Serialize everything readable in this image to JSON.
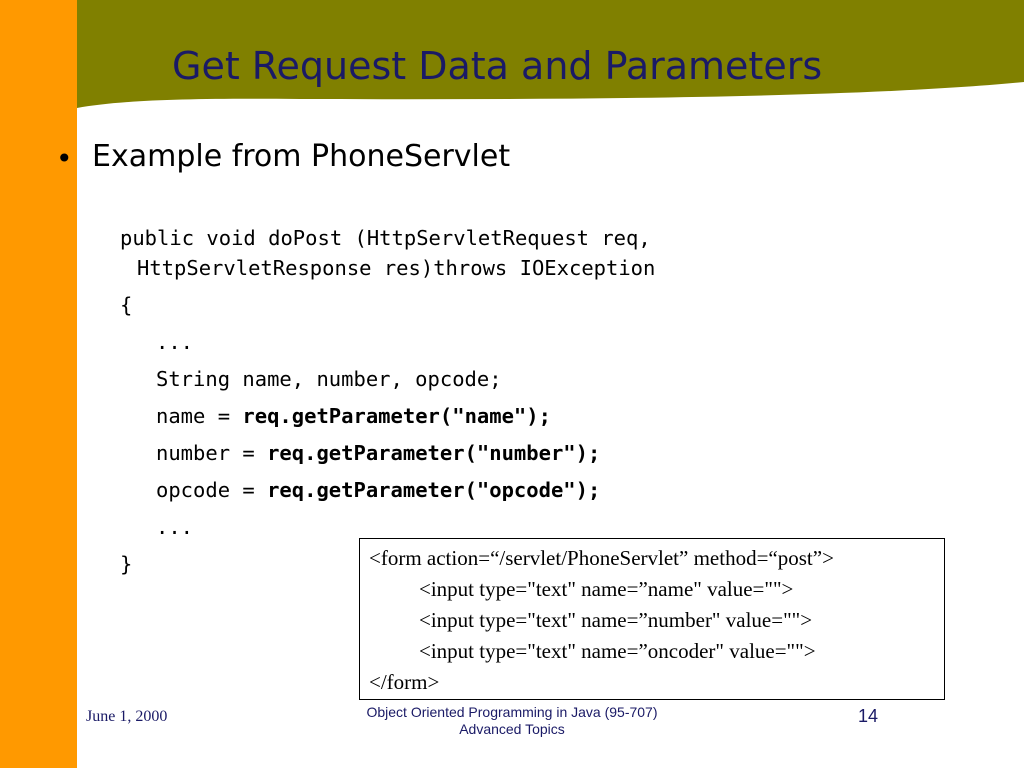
{
  "slide": {
    "title": "Get Request Data and Parameters",
    "bullet": "Example from PhoneServlet",
    "colors": {
      "header_band": "#808000",
      "left_bar": "#FF9900",
      "title_text": "#1a1a66"
    },
    "code": {
      "line1": "public void doPost (HttpServletRequest req,",
      "line2": "HttpServletResponse res)throws IOException",
      "line3": "{",
      "line4": "...",
      "line5": "String name, number, opcode;",
      "line6_prefix": "name = ",
      "line6_call": "req.getParameter(\"name\");",
      "line7_prefix": "number = ",
      "line7_call": "req.getParameter(\"number\");",
      "line8_prefix": "opcode = ",
      "line8_call": "req.getParameter(\"opcode\");",
      "line9": "...",
      "line10": "}"
    },
    "form_box": {
      "line1": "<form action=“/servlet/PhoneServlet” method=“post”>",
      "line2": "<input type=\"text\" name=”name\" value=\"\">",
      "line3": "<input type=\"text\" name=”number\" value=\"\">",
      "line4": "<input type=\"text\" name=”oncoder\" value=\"\">",
      "line5": "</form>"
    },
    "footer": {
      "date": "June 1, 2000",
      "course_line1": "Object Oriented Programming in Java  (95-707)",
      "course_line2": "Advanced Topics",
      "page_number": "14"
    }
  }
}
